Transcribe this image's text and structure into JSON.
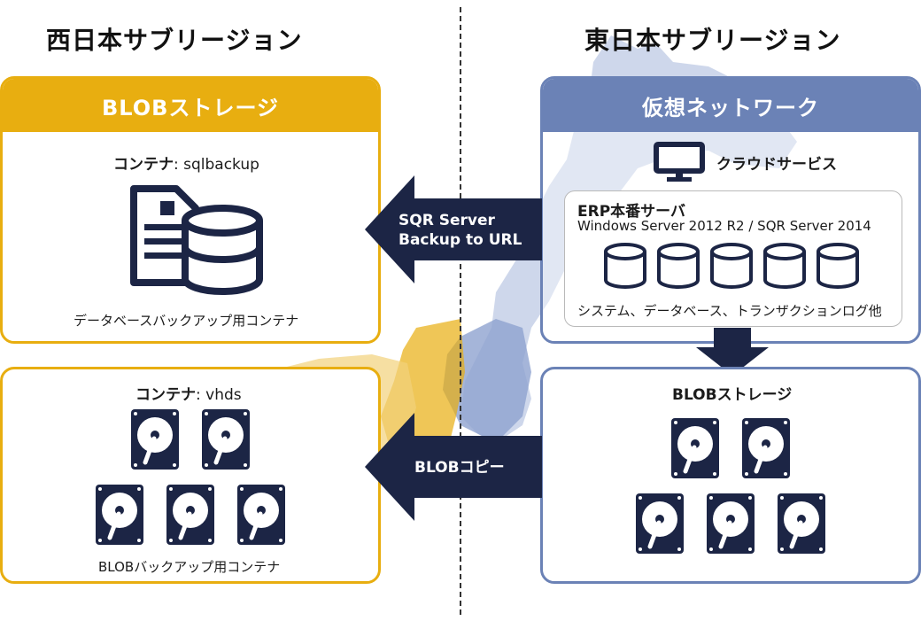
{
  "regions": {
    "west_title": "西日本サブリージョン",
    "east_title": "東日本サブリージョン"
  },
  "west_blob": {
    "header": "BLOBストレージ",
    "container_label": "コンテナ",
    "container_name": ": sqlbackup",
    "caption": "データベースバックアップ用コンテナ"
  },
  "west_vhds": {
    "container_label": "コンテナ",
    "container_name": ": vhds",
    "caption": "BLOBバックアップ用コンテナ"
  },
  "east_vnet": {
    "header": "仮想ネットワーク",
    "cloud_label": "クラウドサービス",
    "erp_title": "ERP本番サーバ",
    "erp_os": "Windows Server 2012 R2 / SQR Server 2014",
    "erp_caption": "システム、データベース、トランザクションログ他"
  },
  "east_blob": {
    "header": "BLOBストレージ"
  },
  "arrows": {
    "backup_line1": "SQR Server",
    "backup_line2": "Backup to URL",
    "copy": "BLOBコピー"
  },
  "colors": {
    "west_accent": "#e8ae10",
    "east_accent": "#6b82b6",
    "arrow": "#1c2545",
    "icon": "#1c2545"
  }
}
